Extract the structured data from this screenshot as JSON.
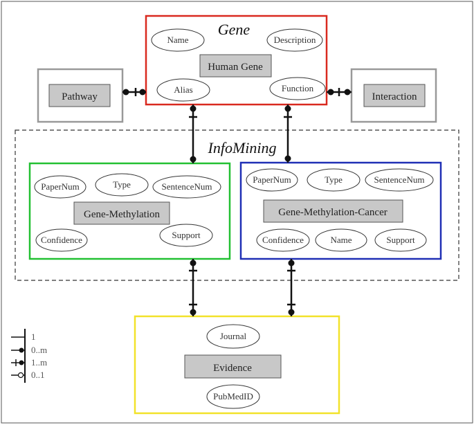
{
  "gene": {
    "title": "Gene",
    "main": "Human Gene",
    "attrs": {
      "name": "Name",
      "description": "Description",
      "alias": "Alias",
      "function": "Function"
    },
    "color": "#d9291f"
  },
  "pathway": {
    "main": "Pathway"
  },
  "interaction": {
    "main": "Interaction"
  },
  "infomining": {
    "title": "InfoMining"
  },
  "gene_methylation": {
    "main": "Gene-Methylation",
    "attrs": {
      "papernum": "PaperNum",
      "type": "Type",
      "sentencenum": "SentenceNum",
      "confidence": "Confidence",
      "support": "Support"
    },
    "color": "#22c032"
  },
  "gene_methylation_cancer": {
    "main": "Gene-Methylation-Cancer",
    "attrs": {
      "papernum": "PaperNum",
      "type": "Type",
      "sentencenum": "SentenceNum",
      "confidence": "Confidence",
      "name": "Name",
      "support": "Support"
    },
    "color": "#1f2fb5"
  },
  "evidence": {
    "main": "Evidence",
    "attrs": {
      "journal": "Journal",
      "pubmedid": "PubMedID"
    },
    "color": "#f2e22a"
  },
  "legend": {
    "one": "1",
    "zero_many": "0..m",
    "one_many": "1..m",
    "zero_one": "0..1"
  }
}
